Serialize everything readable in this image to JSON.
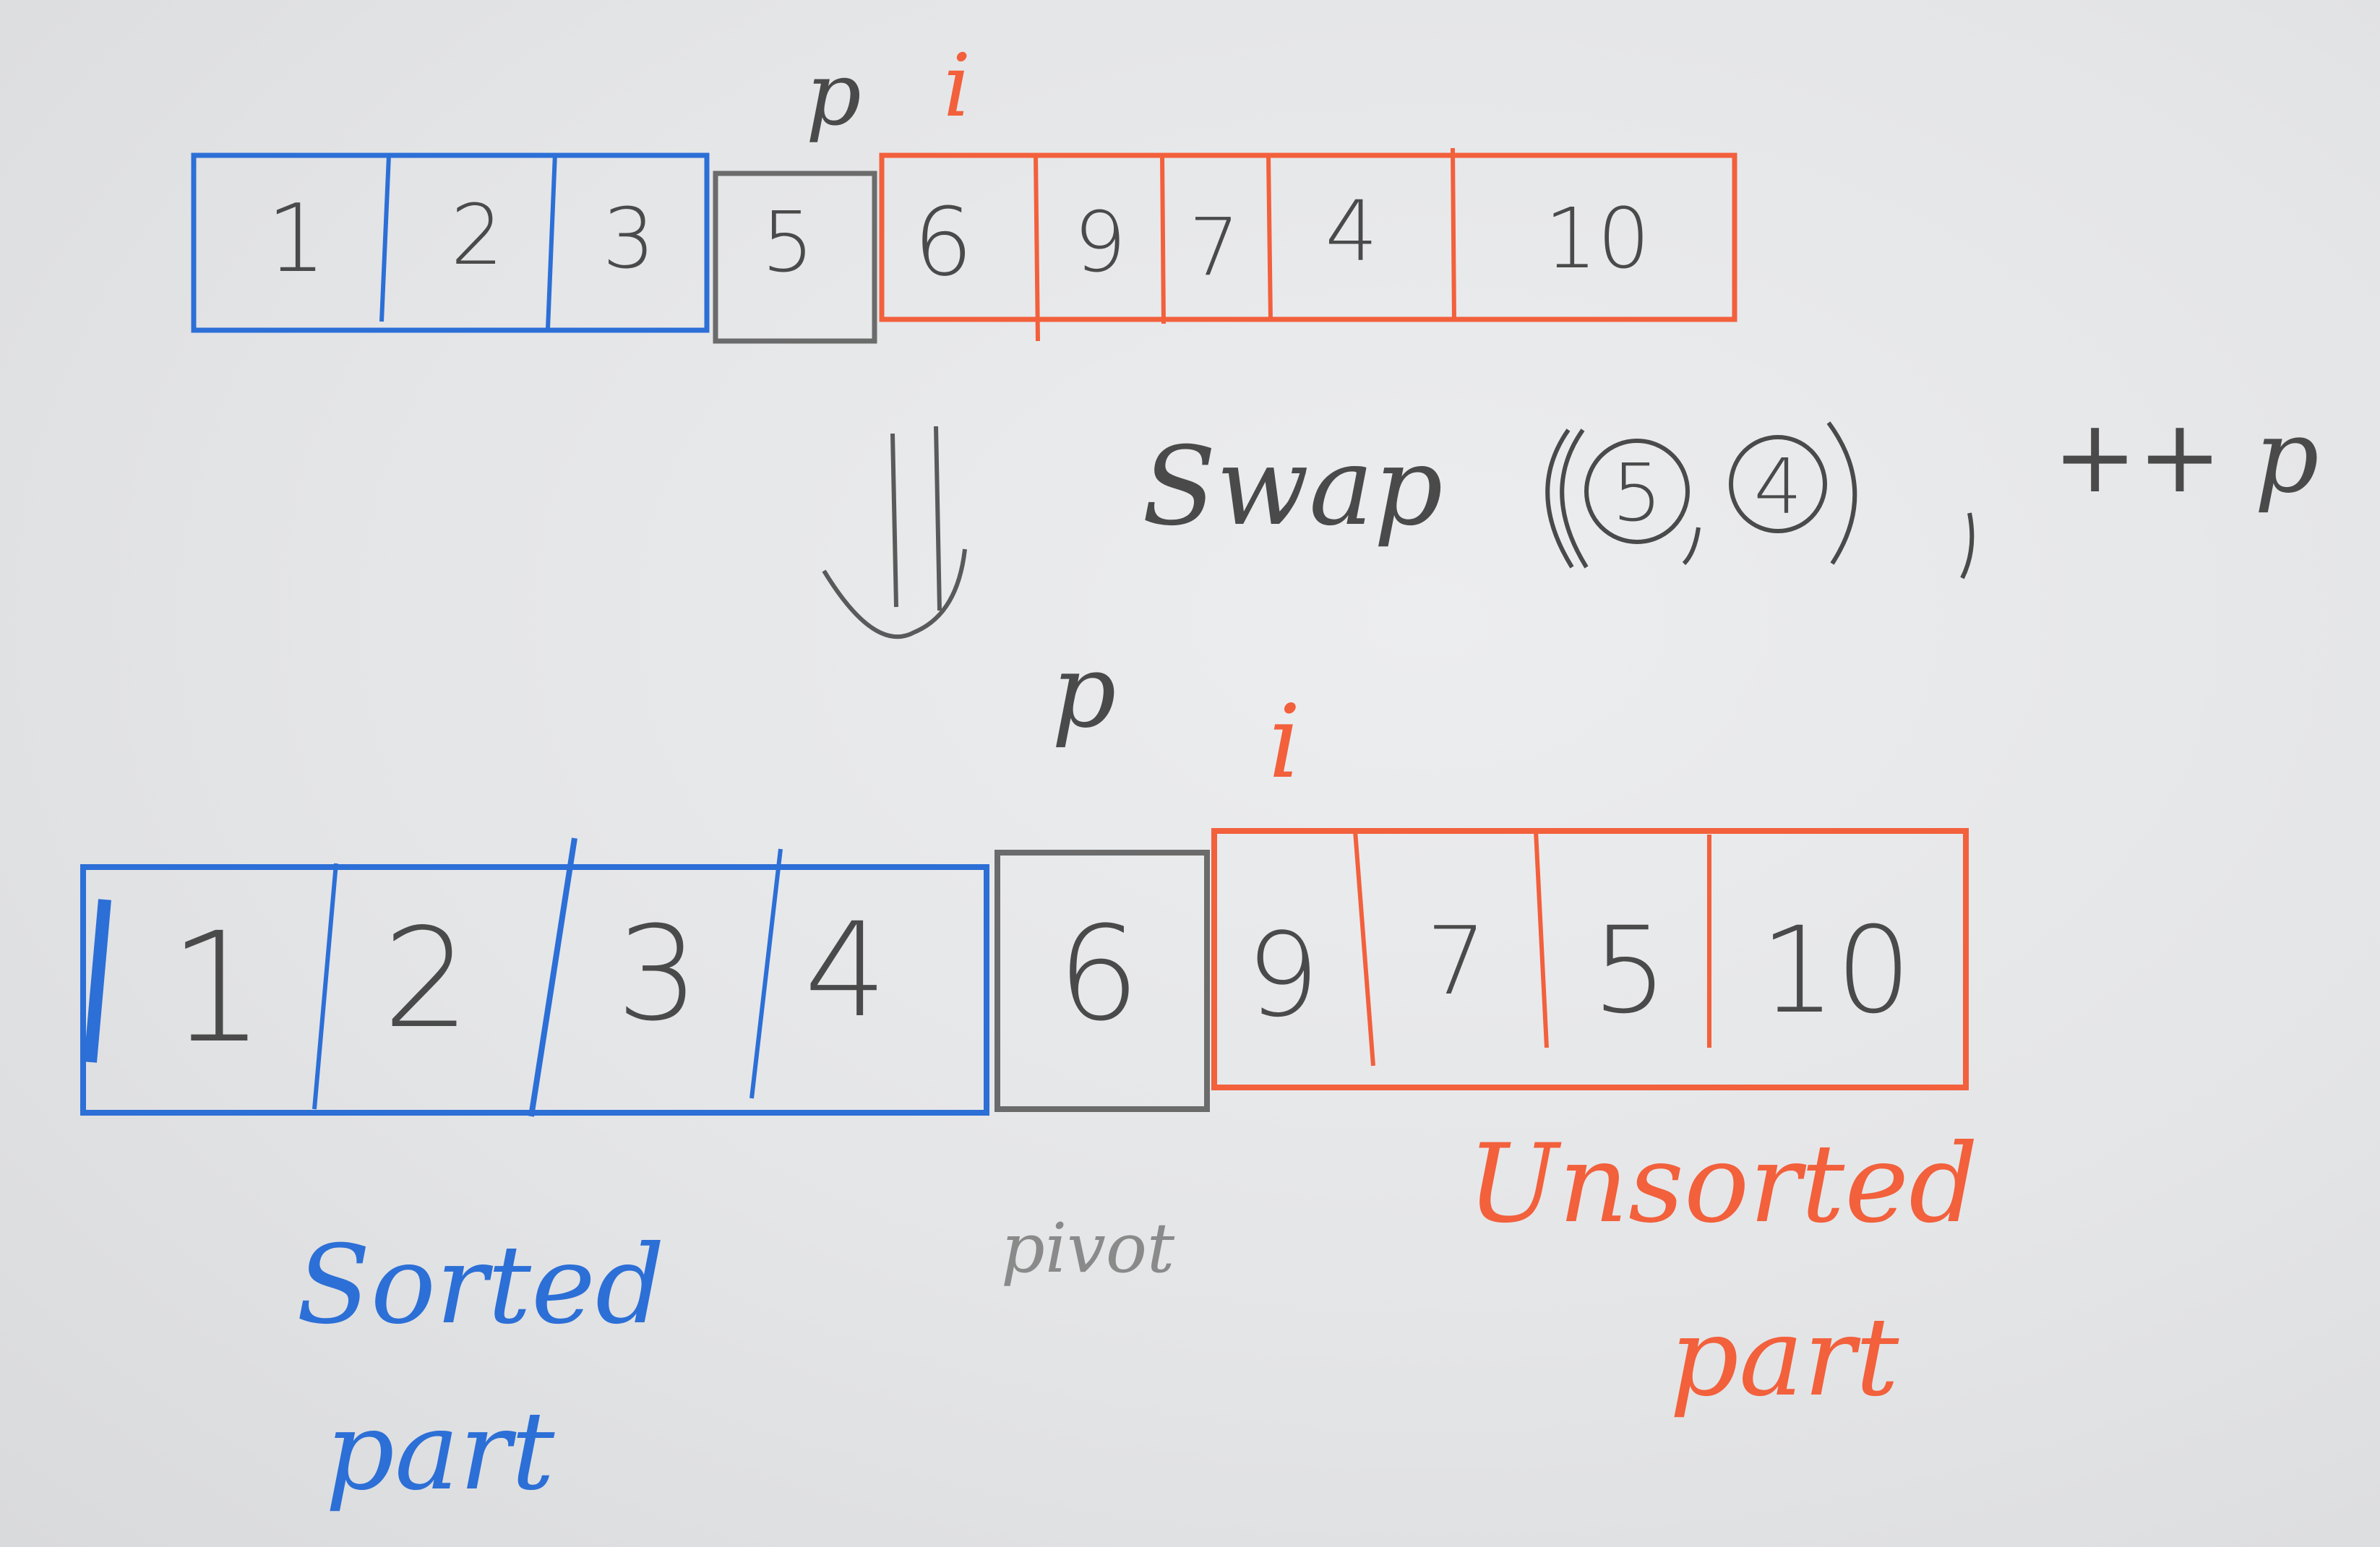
{
  "colors": {
    "sorted": "#2c6fd6",
    "pivot": "#6b6b6b",
    "unsorted": "#f2603c",
    "ink": "#4a4a4a"
  },
  "top_array": {
    "pointer_p": "p",
    "pointer_i": "i",
    "cells": [
      {
        "value": "1",
        "group": "sorted"
      },
      {
        "value": "2",
        "group": "sorted"
      },
      {
        "value": "3",
        "group": "sorted"
      },
      {
        "value": "5",
        "group": "pivot"
      },
      {
        "value": "6",
        "group": "unsorted"
      },
      {
        "value": "9",
        "group": "unsorted"
      },
      {
        "value": "7",
        "group": "unsorted"
      },
      {
        "value": "4",
        "group": "unsorted"
      },
      {
        "value": "10",
        "group": "unsorted"
      }
    ]
  },
  "operation": {
    "swap_word": "Swap",
    "swap_a": "5",
    "swap_b": "4",
    "increment": "++ p"
  },
  "bottom_array": {
    "pointer_p": "p",
    "pointer_i": "i",
    "cells": [
      {
        "value": "1",
        "group": "sorted"
      },
      {
        "value": "2",
        "group": "sorted"
      },
      {
        "value": "3",
        "group": "sorted"
      },
      {
        "value": "4",
        "group": "sorted"
      },
      {
        "value": "6",
        "group": "pivot"
      },
      {
        "value": "9",
        "group": "unsorted"
      },
      {
        "value": "7",
        "group": "unsorted"
      },
      {
        "value": "5",
        "group": "unsorted"
      },
      {
        "value": "10",
        "group": "unsorted"
      }
    ]
  },
  "labels": {
    "sorted_line1": "Sorted",
    "sorted_line2": "part",
    "pivot": "pivot",
    "unsorted_line1": "Unsorted",
    "unsorted_line2": "part"
  }
}
